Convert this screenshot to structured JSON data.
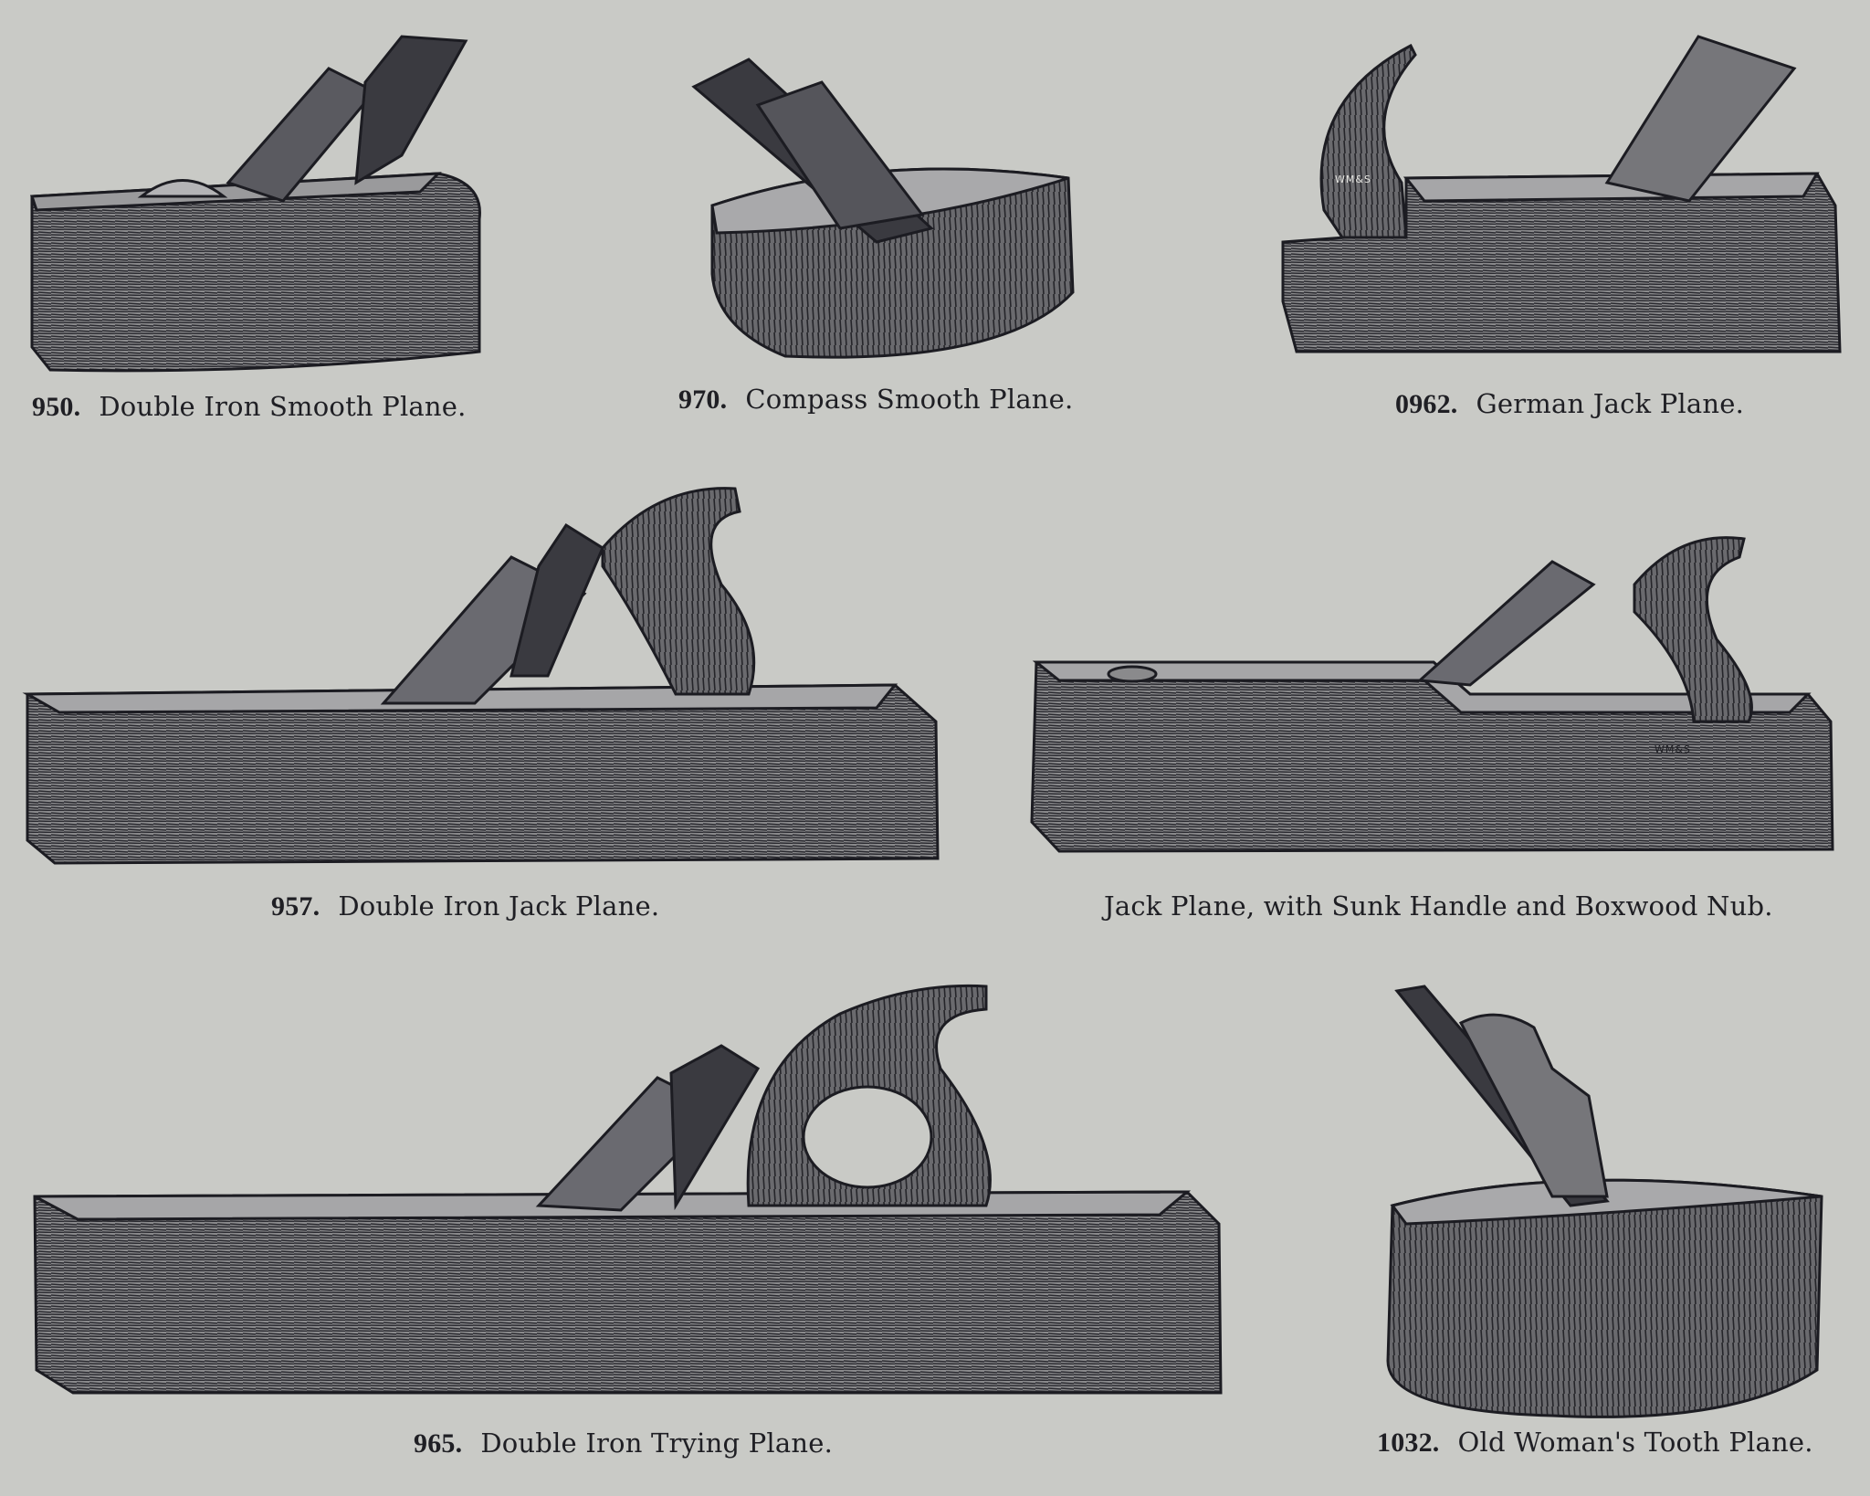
{
  "items": [
    {
      "number": "950.",
      "name": "Double Iron Smooth Plane."
    },
    {
      "number": "970.",
      "name": "Compass Smooth Plane."
    },
    {
      "number": "0962.",
      "name": "German Jack Plane."
    },
    {
      "number": "957.",
      "name": "Double Iron Jack Plane."
    },
    {
      "number": "",
      "name": "Jack Plane, with Sunk Handle and Boxwood Nub."
    },
    {
      "number": "965.",
      "name": "Double Iron Trying Plane."
    },
    {
      "number": "1032.",
      "name": "Old Woman's Tooth Plane."
    }
  ],
  "maker_mark": "WM&S",
  "colors": {
    "paper": "#c9cac6",
    "ink": "#1f1f24",
    "wood": "#6e6e70"
  }
}
